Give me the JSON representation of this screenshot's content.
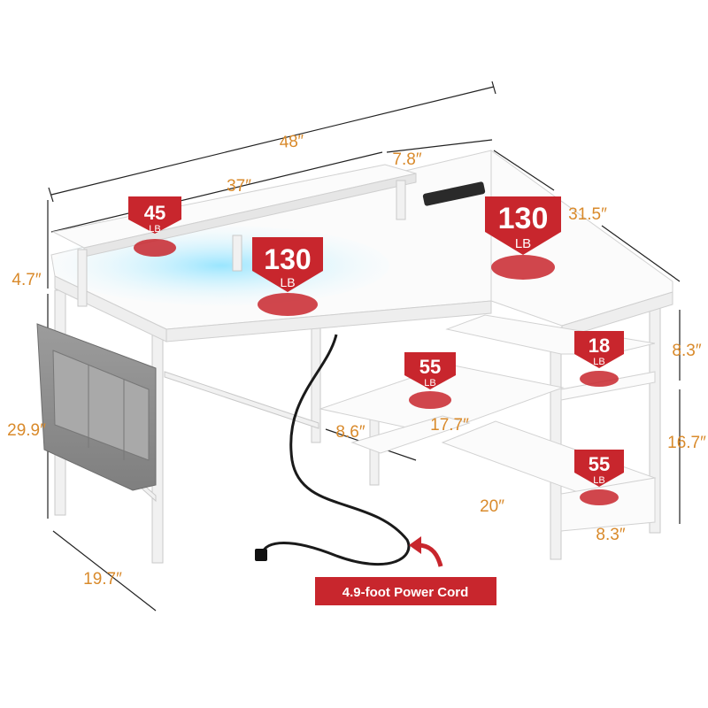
{
  "dimensions": {
    "overall_width": "48″",
    "main_top_width": "37″",
    "riser_depth": "7.8″",
    "side_depth": "31.5″",
    "riser_height": "4.7″",
    "desk_height": "29.9″",
    "desk_depth": "19.7″",
    "lower_shelf_depth": "8.6″",
    "lower_shelf_width": "17.7″",
    "side_shelf_top_gap": "8.3″",
    "side_shelf_lower_gap": "16.7″",
    "side_width": "20″",
    "side_shelf_depth": "8.3″"
  },
  "load_badges": [
    {
      "value": "45",
      "unit": "LB"
    },
    {
      "value": "130",
      "unit": "LB"
    },
    {
      "value": "130",
      "unit": "LB"
    },
    {
      "value": "55",
      "unit": "LB"
    },
    {
      "value": "18",
      "unit": "LB"
    },
    {
      "value": "55",
      "unit": "LB"
    }
  ],
  "power_cord": {
    "label": "4.9-foot Power Cord"
  },
  "colors": {
    "badge": "#c8262d",
    "dimension_text": "#d98a2b",
    "led_glow": "#7fd8ff"
  }
}
